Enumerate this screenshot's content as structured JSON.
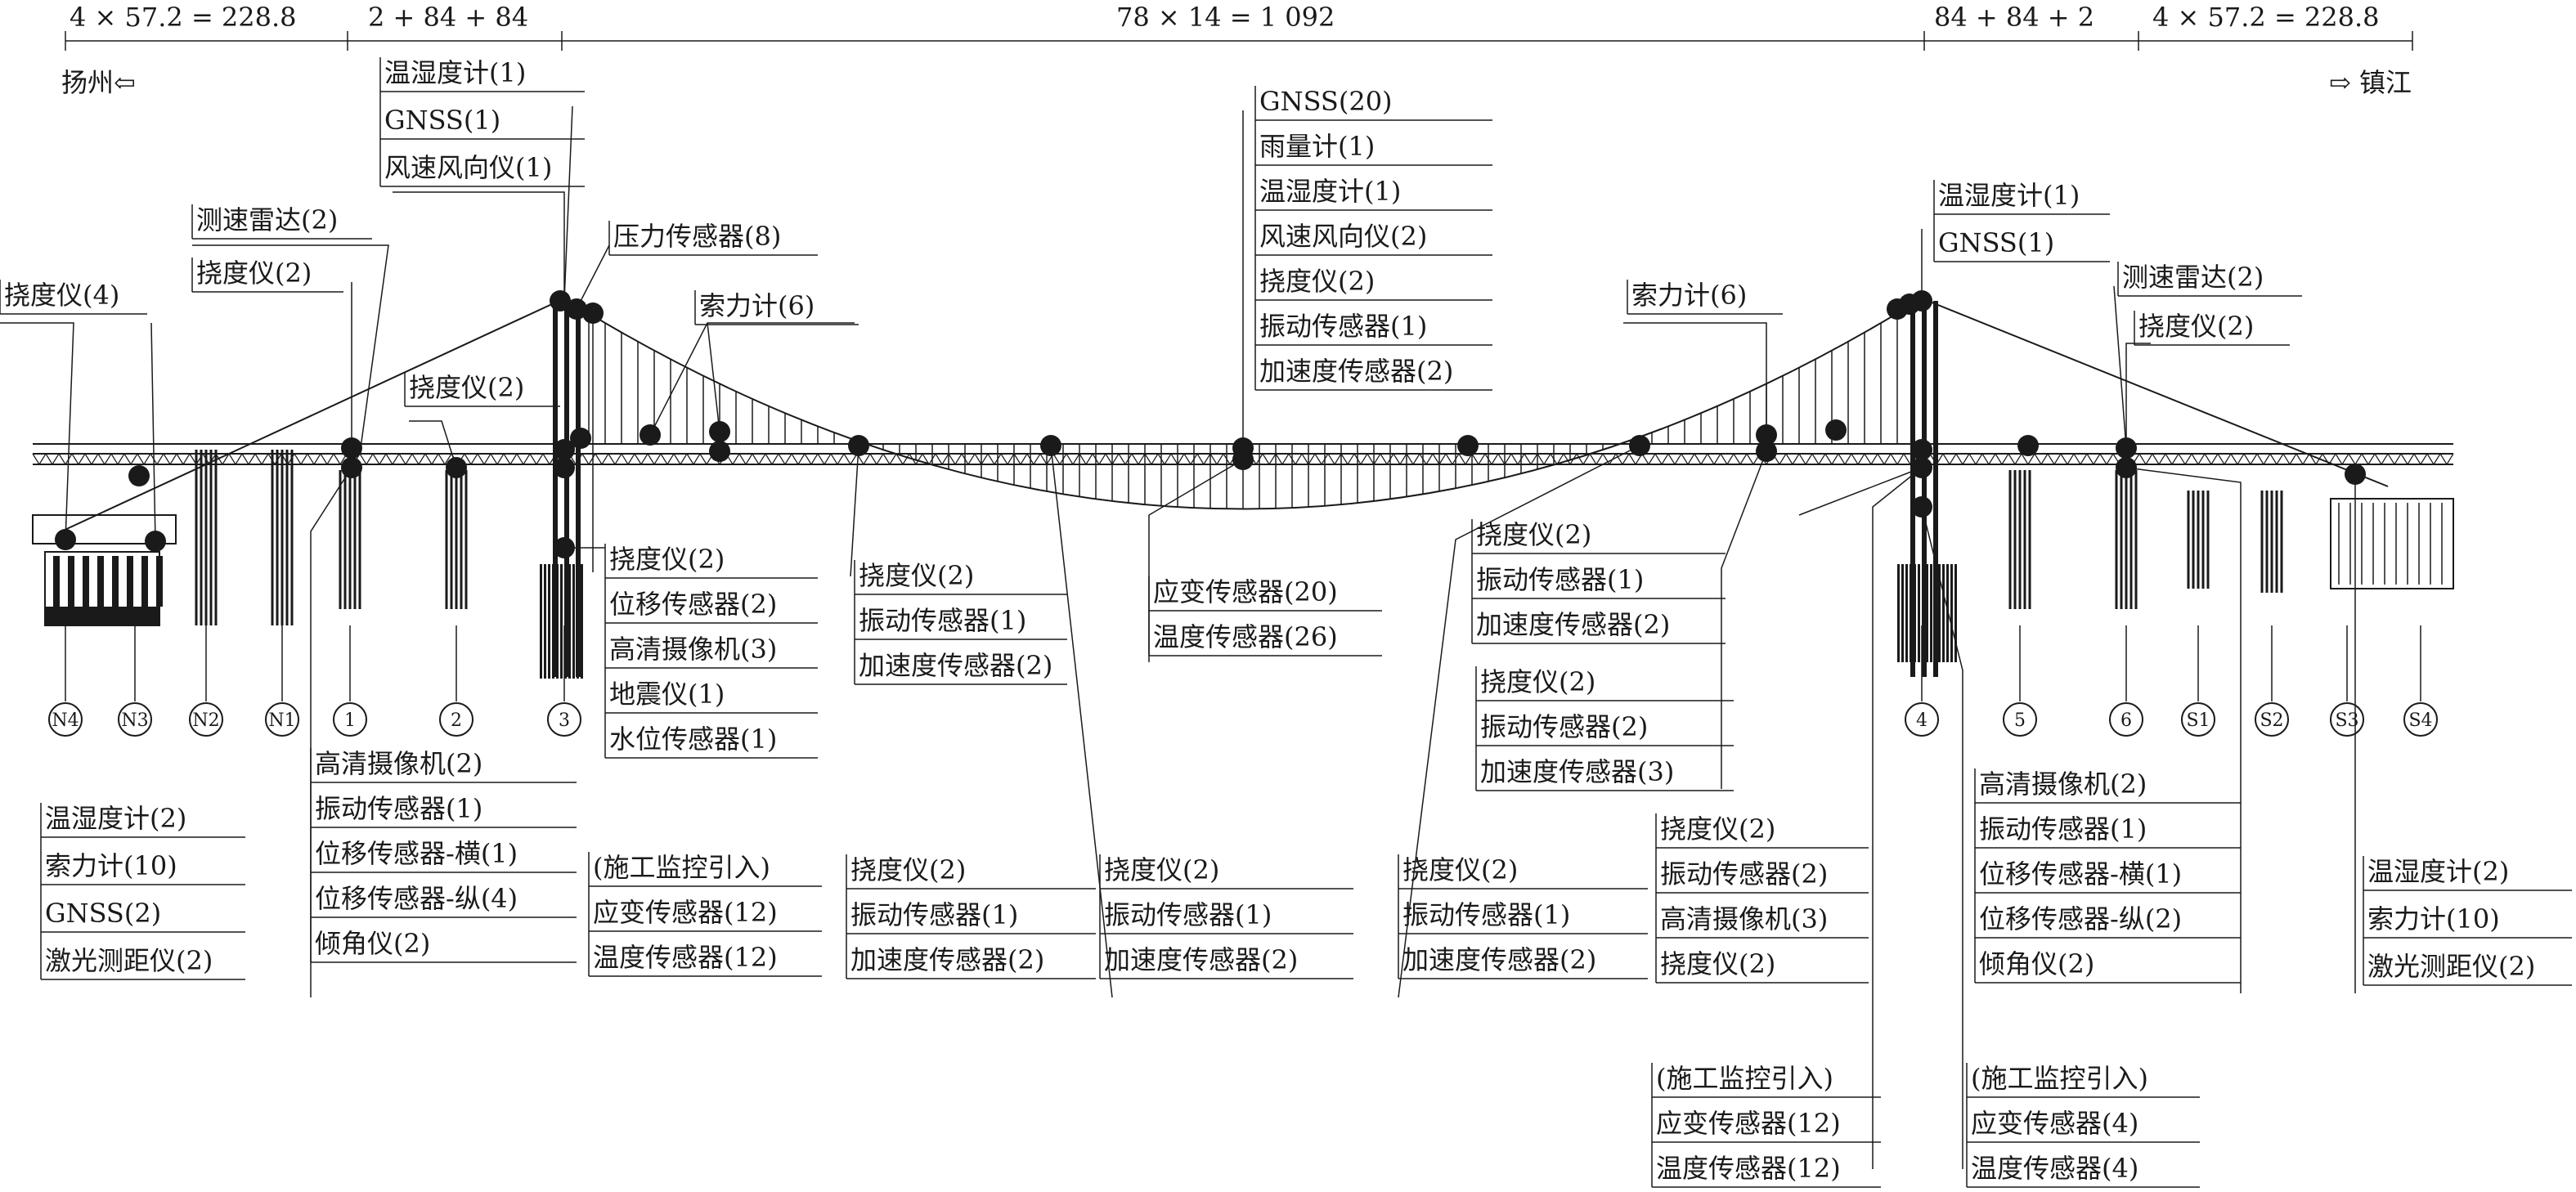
{
  "dimensions": {
    "left_anchor": "4 × 57.2 = 228.8",
    "left_side": "2 + 84 + 84",
    "main_span": "78 × 14 = 1 092",
    "right_side": "84 + 84 + 2",
    "right_anchor": "4 × 57.2 = 228.8"
  },
  "directions": {
    "left": "扬州⇦",
    "right": "⇨ 镇江"
  },
  "piers": {
    "north": [
      "N4",
      "N3",
      "N2",
      "N1"
    ],
    "main": [
      "1",
      "2",
      "3",
      "4",
      "5",
      "6"
    ],
    "south": [
      "S1",
      "S2",
      "S3",
      "S4"
    ]
  },
  "groups": {
    "north_anchor": [
      "温湿度计(2)",
      "索力计(10)",
      "GNSS(2)",
      "激光测距仪(2)"
    ],
    "north_anchor_top": [
      "挠度仪(4)"
    ],
    "north_tower_top": [
      "温湿度计(1)",
      "GNSS(1)",
      "风速风向仪(1)"
    ],
    "north_radar": [
      "测速雷达(2)"
    ],
    "north_defl": [
      "挠度仪(2)"
    ],
    "north_sidespan_defl": [
      "挠度仪(2)"
    ],
    "north_pressure": [
      "压力传感器(8)"
    ],
    "north_cable_force": [
      "索力计(6)"
    ],
    "north_tower_base": [
      "挠度仪(2)",
      "位移传感器(2)",
      "高清摄像机(3)",
      "地震仪(1)",
      "水位传感器(1)"
    ],
    "north_pier1": [
      "高清摄像机(2)",
      "振动传感器(1)",
      "位移传感器-横(1)",
      "位移传感器-纵(4)",
      "倾角仪(2)"
    ],
    "north_strain": [
      "(施工监控引入)",
      "应变传感器(12)",
      "温度传感器(12)"
    ],
    "mid_quarter_n_top": [
      "挠度仪(2)",
      "振动传感器(1)",
      "加速度传感器(2)"
    ],
    "mid_quarter_n_low": [
      "挠度仪(2)",
      "振动传感器(1)",
      "加速度传感器(2)"
    ],
    "mid_eighth_n": [
      "挠度仪(2)",
      "振动传感器(1)",
      "加速度传感器(2)"
    ],
    "midspan_top": [
      "GNSS(20)",
      "雨量计(1)",
      "温湿度计(1)",
      "风速风向仪(2)",
      "挠度仪(2)",
      "振动传感器(1)",
      "加速度传感器(2)"
    ],
    "midspan_strain": [
      "应变传感器(20)",
      "温度传感器(26)"
    ],
    "south_cable_force": [
      "索力计(6)"
    ],
    "south_quarter_top": [
      "挠度仪(2)",
      "振动传感器(1)",
      "加速度传感器(2)"
    ],
    "south_quarter_mid": [
      "挠度仪(2)",
      "振动传感器(2)",
      "加速度传感器(3)"
    ],
    "south_eighth": [
      "挠度仪(2)",
      "振动传感器(1)",
      "加速度传感器(2)"
    ],
    "south_tower_deck": [
      "挠度仪(2)",
      "振动传感器(2)",
      "高清摄像机(3)",
      "挠度仪(2)"
    ],
    "south_tower_top": [
      "温湿度计(1)",
      "GNSS(1)"
    ],
    "south_radar": [
      "测速雷达(2)"
    ],
    "south_defl": [
      "挠度仪(2)"
    ],
    "south_pier6": [
      "高清摄像机(2)",
      "振动传感器(1)",
      "位移传感器-横(1)",
      "位移传感器-纵(2)",
      "倾角仪(2)"
    ],
    "south_anchor": [
      "温湿度计(2)",
      "索力计(10)",
      "激光测距仪(2)"
    ],
    "south_strain_a": [
      "(施工监控引入)",
      "应变传感器(12)",
      "温度传感器(12)"
    ],
    "south_strain_b": [
      "(施工监控引入)",
      "应变传感器(4)",
      "温度传感器(4)"
    ]
  }
}
